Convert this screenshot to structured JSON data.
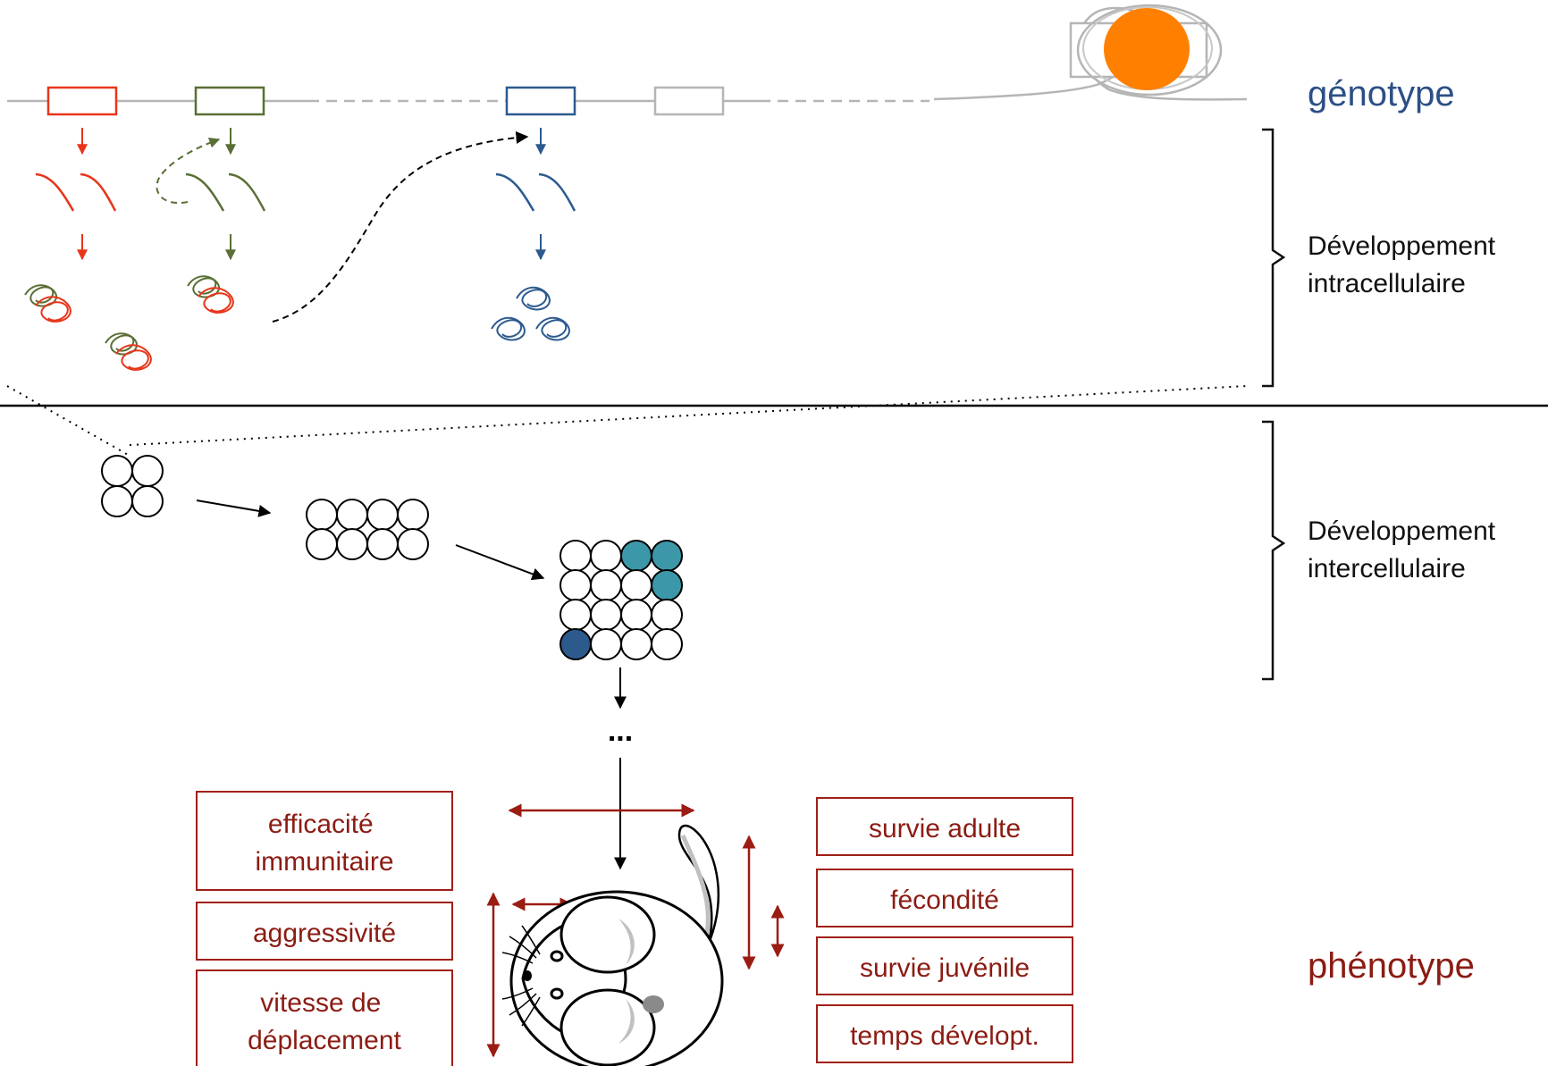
{
  "labels": {
    "genotype": "génotype",
    "intracellular": [
      "Développement",
      "intracellulaire"
    ],
    "intercellular": [
      "Développement",
      "intercellulaire"
    ],
    "ellipsis": "...",
    "phenotype": "phénotype"
  },
  "traits_left": [
    {
      "lines": [
        "efficacité",
        "immunitaire"
      ]
    },
    {
      "lines": [
        "aggressivité"
      ]
    },
    {
      "lines": [
        "vitesse de",
        "déplacement"
      ]
    }
  ],
  "traits_right": [
    {
      "lines": [
        "survie adulte"
      ]
    },
    {
      "lines": [
        "fécondité"
      ]
    },
    {
      "lines": [
        "survie juvénile"
      ]
    },
    {
      "lines": [
        "temps dévelopt."
      ]
    }
  ],
  "colors": {
    "gene_red": "#e8351a",
    "gene_green": "#5a6f35",
    "gene_blue": "#2c5a8f",
    "gene_grey": "#b0b0b0",
    "genotype_text": "#2c4f86",
    "phenotype_text": "#8b1c13",
    "trait_border": "#a01f17",
    "orange_cell": "#ff8000",
    "teal_cell": "#3c98a8",
    "dark_blue_cell": "#2d5a8d"
  }
}
